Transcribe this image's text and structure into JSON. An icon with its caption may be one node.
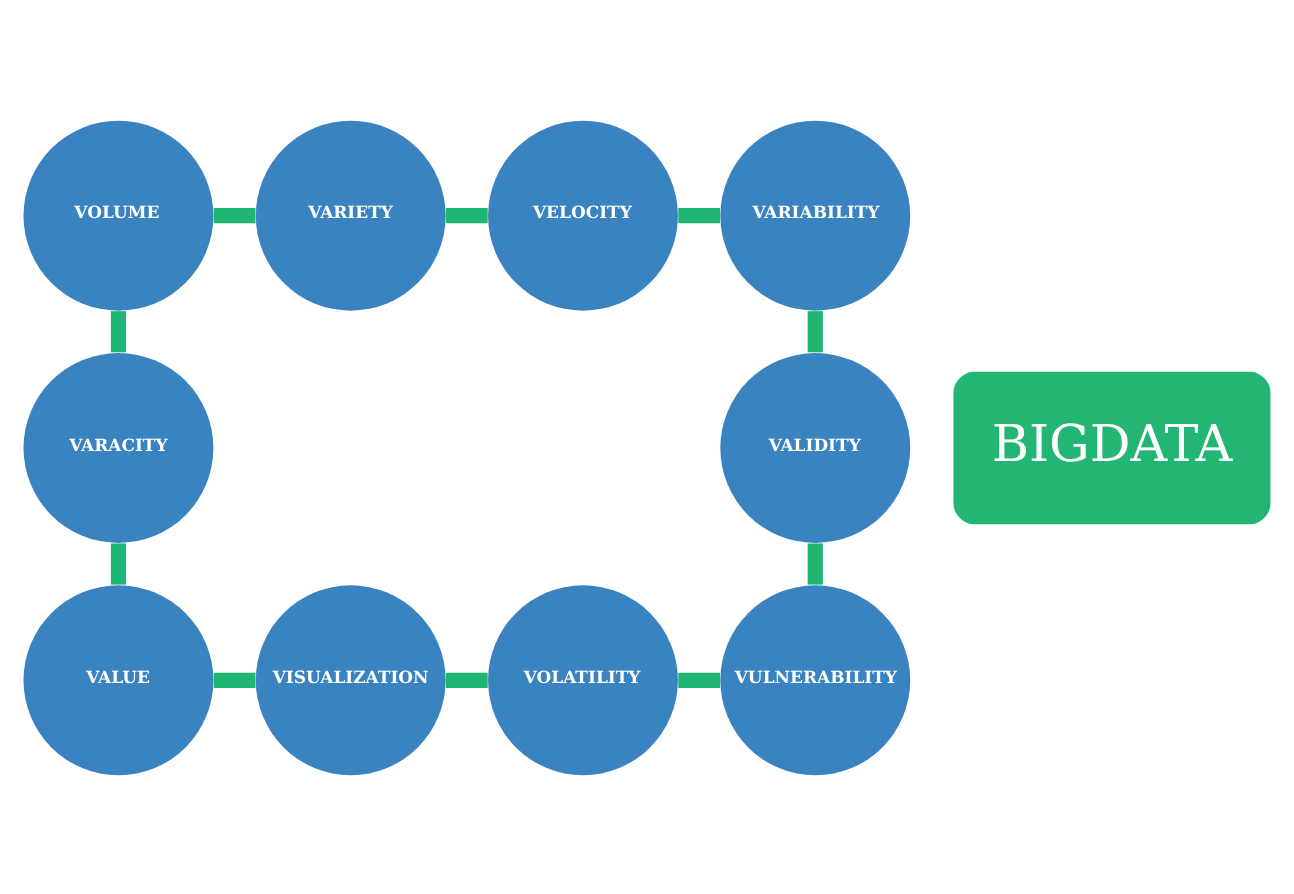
{
  "diagram": {
    "nodes": [
      {
        "text": [
          "VOLUME"
        ]
      },
      {
        "text": [
          "VARIETY"
        ]
      },
      {
        "text": [
          "VELOCITY"
        ]
      },
      {
        "text": [
          "VARIABILITY"
        ]
      },
      {
        "text": [
          "VARACITY"
        ]
      },
      {
        "text": [
          "BIGDATA"
        ]
      },
      {
        "text": [
          "VALIDITY"
        ]
      },
      {
        "text": [
          "VALUE"
        ]
      },
      {
        "text": [
          "VISUALIZATION"
        ]
      },
      {
        "text": [
          "VOLATILITY"
        ]
      },
      {
        "text": [
          "VULNERABILITY"
        ]
      }
    ],
    "edges": [
      {
        "from": 0,
        "to": 1,
        "arrow": "none"
      },
      {
        "from": 1,
        "to": 2,
        "arrow": "none"
      },
      {
        "from": 2,
        "to": 3,
        "arrow": "none"
      },
      {
        "from": 3,
        "to": 6,
        "arrow": "none"
      },
      {
        "from": 6,
        "to": 10,
        "arrow": "none"
      },
      {
        "from": 10,
        "to": 9,
        "arrow": "none"
      },
      {
        "from": 9,
        "to": 8,
        "arrow": "none"
      },
      {
        "from": 8,
        "to": 7,
        "arrow": "none"
      },
      {
        "from": 7,
        "to": 4,
        "arrow": "none"
      },
      {
        "from": 4,
        "to": 0,
        "arrow": "none"
      }
    ]
  }
}
